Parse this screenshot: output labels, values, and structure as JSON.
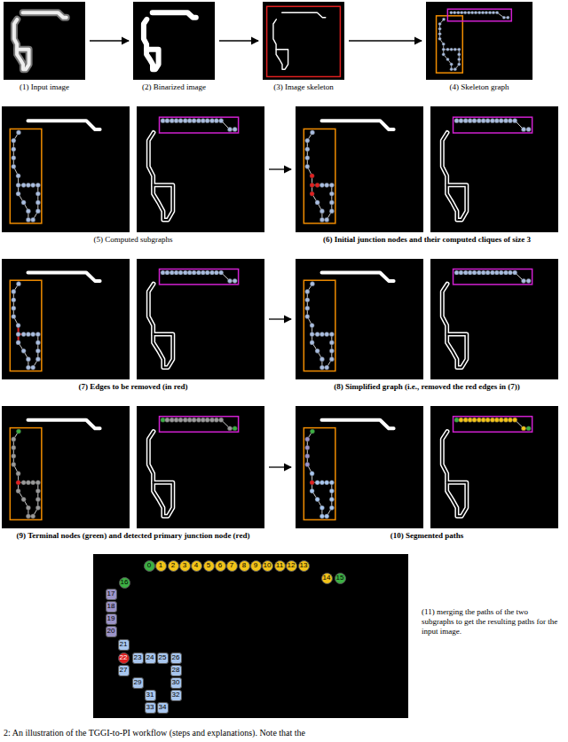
{
  "diagram": {
    "caption": "2: An illustration of the TGGI-to-PI workflow (steps and explanations). Note that the",
    "nodes": [
      {
        "text": [
          "(1) Input image"
        ]
      },
      {
        "text": [
          "(2) Binarized image"
        ]
      },
      {
        "text": [
          "(3) Image skeleton"
        ]
      },
      {
        "text": [
          "(4) Skeleton graph"
        ]
      },
      {
        "text": [
          "(5) Computed subgraphs"
        ]
      },
      {
        "text": [
          "(6) Initial junction nodes and their computed cliques of size 3"
        ]
      },
      {
        "text": [
          "(7) Edges to be removed (in red)"
        ]
      },
      {
        "text": [
          "(8) Simplified graph (i.e., removed the red edges in (7))"
        ]
      },
      {
        "text": [
          "(9) Terminal nodes (green) and detected primary junction node (red)"
        ]
      },
      {
        "text": [
          "(10) Segmented paths"
        ]
      },
      {
        "text": [
          "(11) merging the paths of the two subgraphs to get the resulting paths for the input image."
        ]
      },
      {
        "text": [
          "0"
        ],
        "in": 10
      },
      {
        "text": [
          "1"
        ],
        "in": 10
      },
      {
        "text": [
          "2"
        ],
        "in": 10
      },
      {
        "text": [
          "3"
        ],
        "in": 10
      },
      {
        "text": [
          "4"
        ],
        "in": 10
      },
      {
        "text": [
          "5"
        ],
        "in": 10
      },
      {
        "text": [
          "6"
        ],
        "in": 10
      },
      {
        "text": [
          "7"
        ],
        "in": 10
      },
      {
        "text": [
          "8"
        ],
        "in": 10
      },
      {
        "text": [
          "9"
        ],
        "in": 10
      },
      {
        "text": [
          "10"
        ],
        "in": 10
      },
      {
        "text": [
          "11"
        ],
        "in": 10
      },
      {
        "text": [
          "12"
        ],
        "in": 10
      },
      {
        "text": [
          "13"
        ],
        "in": 10
      },
      {
        "text": [
          "14"
        ],
        "in": 10
      },
      {
        "text": [
          "15"
        ],
        "in": 10
      },
      {
        "text": [
          "16"
        ],
        "in": 10
      },
      {
        "text": [
          "17"
        ],
        "in": 10
      },
      {
        "text": [
          "18"
        ],
        "in": 10
      },
      {
        "text": [
          "19"
        ],
        "in": 10
      },
      {
        "text": [
          "20"
        ],
        "in": 10
      },
      {
        "text": [
          "21"
        ],
        "in": 10
      },
      {
        "text": [
          "22"
        ],
        "in": 10
      },
      {
        "text": [
          "23"
        ],
        "in": 10
      },
      {
        "text": [
          "24"
        ],
        "in": 10
      },
      {
        "text": [
          "25"
        ],
        "in": 10
      },
      {
        "text": [
          "26"
        ],
        "in": 10
      },
      {
        "text": [
          "27"
        ],
        "in": 10
      },
      {
        "text": [
          "28"
        ],
        "in": 10
      },
      {
        "text": [
          "29"
        ],
        "in": 10
      },
      {
        "text": [
          "30"
        ],
        "in": 10
      },
      {
        "text": [
          "31"
        ],
        "in": 10
      },
      {
        "text": [
          "32"
        ],
        "in": 10
      },
      {
        "text": [
          "33"
        ],
        "in": 10
      },
      {
        "text": [
          "34"
        ],
        "in": 10
      }
    ],
    "edges": [
      {
        "from": 0,
        "to": 1,
        "arrow": "to"
      },
      {
        "from": 1,
        "to": 2,
        "arrow": "to"
      },
      {
        "from": 2,
        "to": 3,
        "arrow": "to"
      },
      {
        "from": 4,
        "to": 5,
        "arrow": "to"
      },
      {
        "from": 6,
        "to": 7,
        "arrow": "to"
      },
      {
        "from": 8,
        "to": 9,
        "arrow": "to"
      }
    ]
  }
}
